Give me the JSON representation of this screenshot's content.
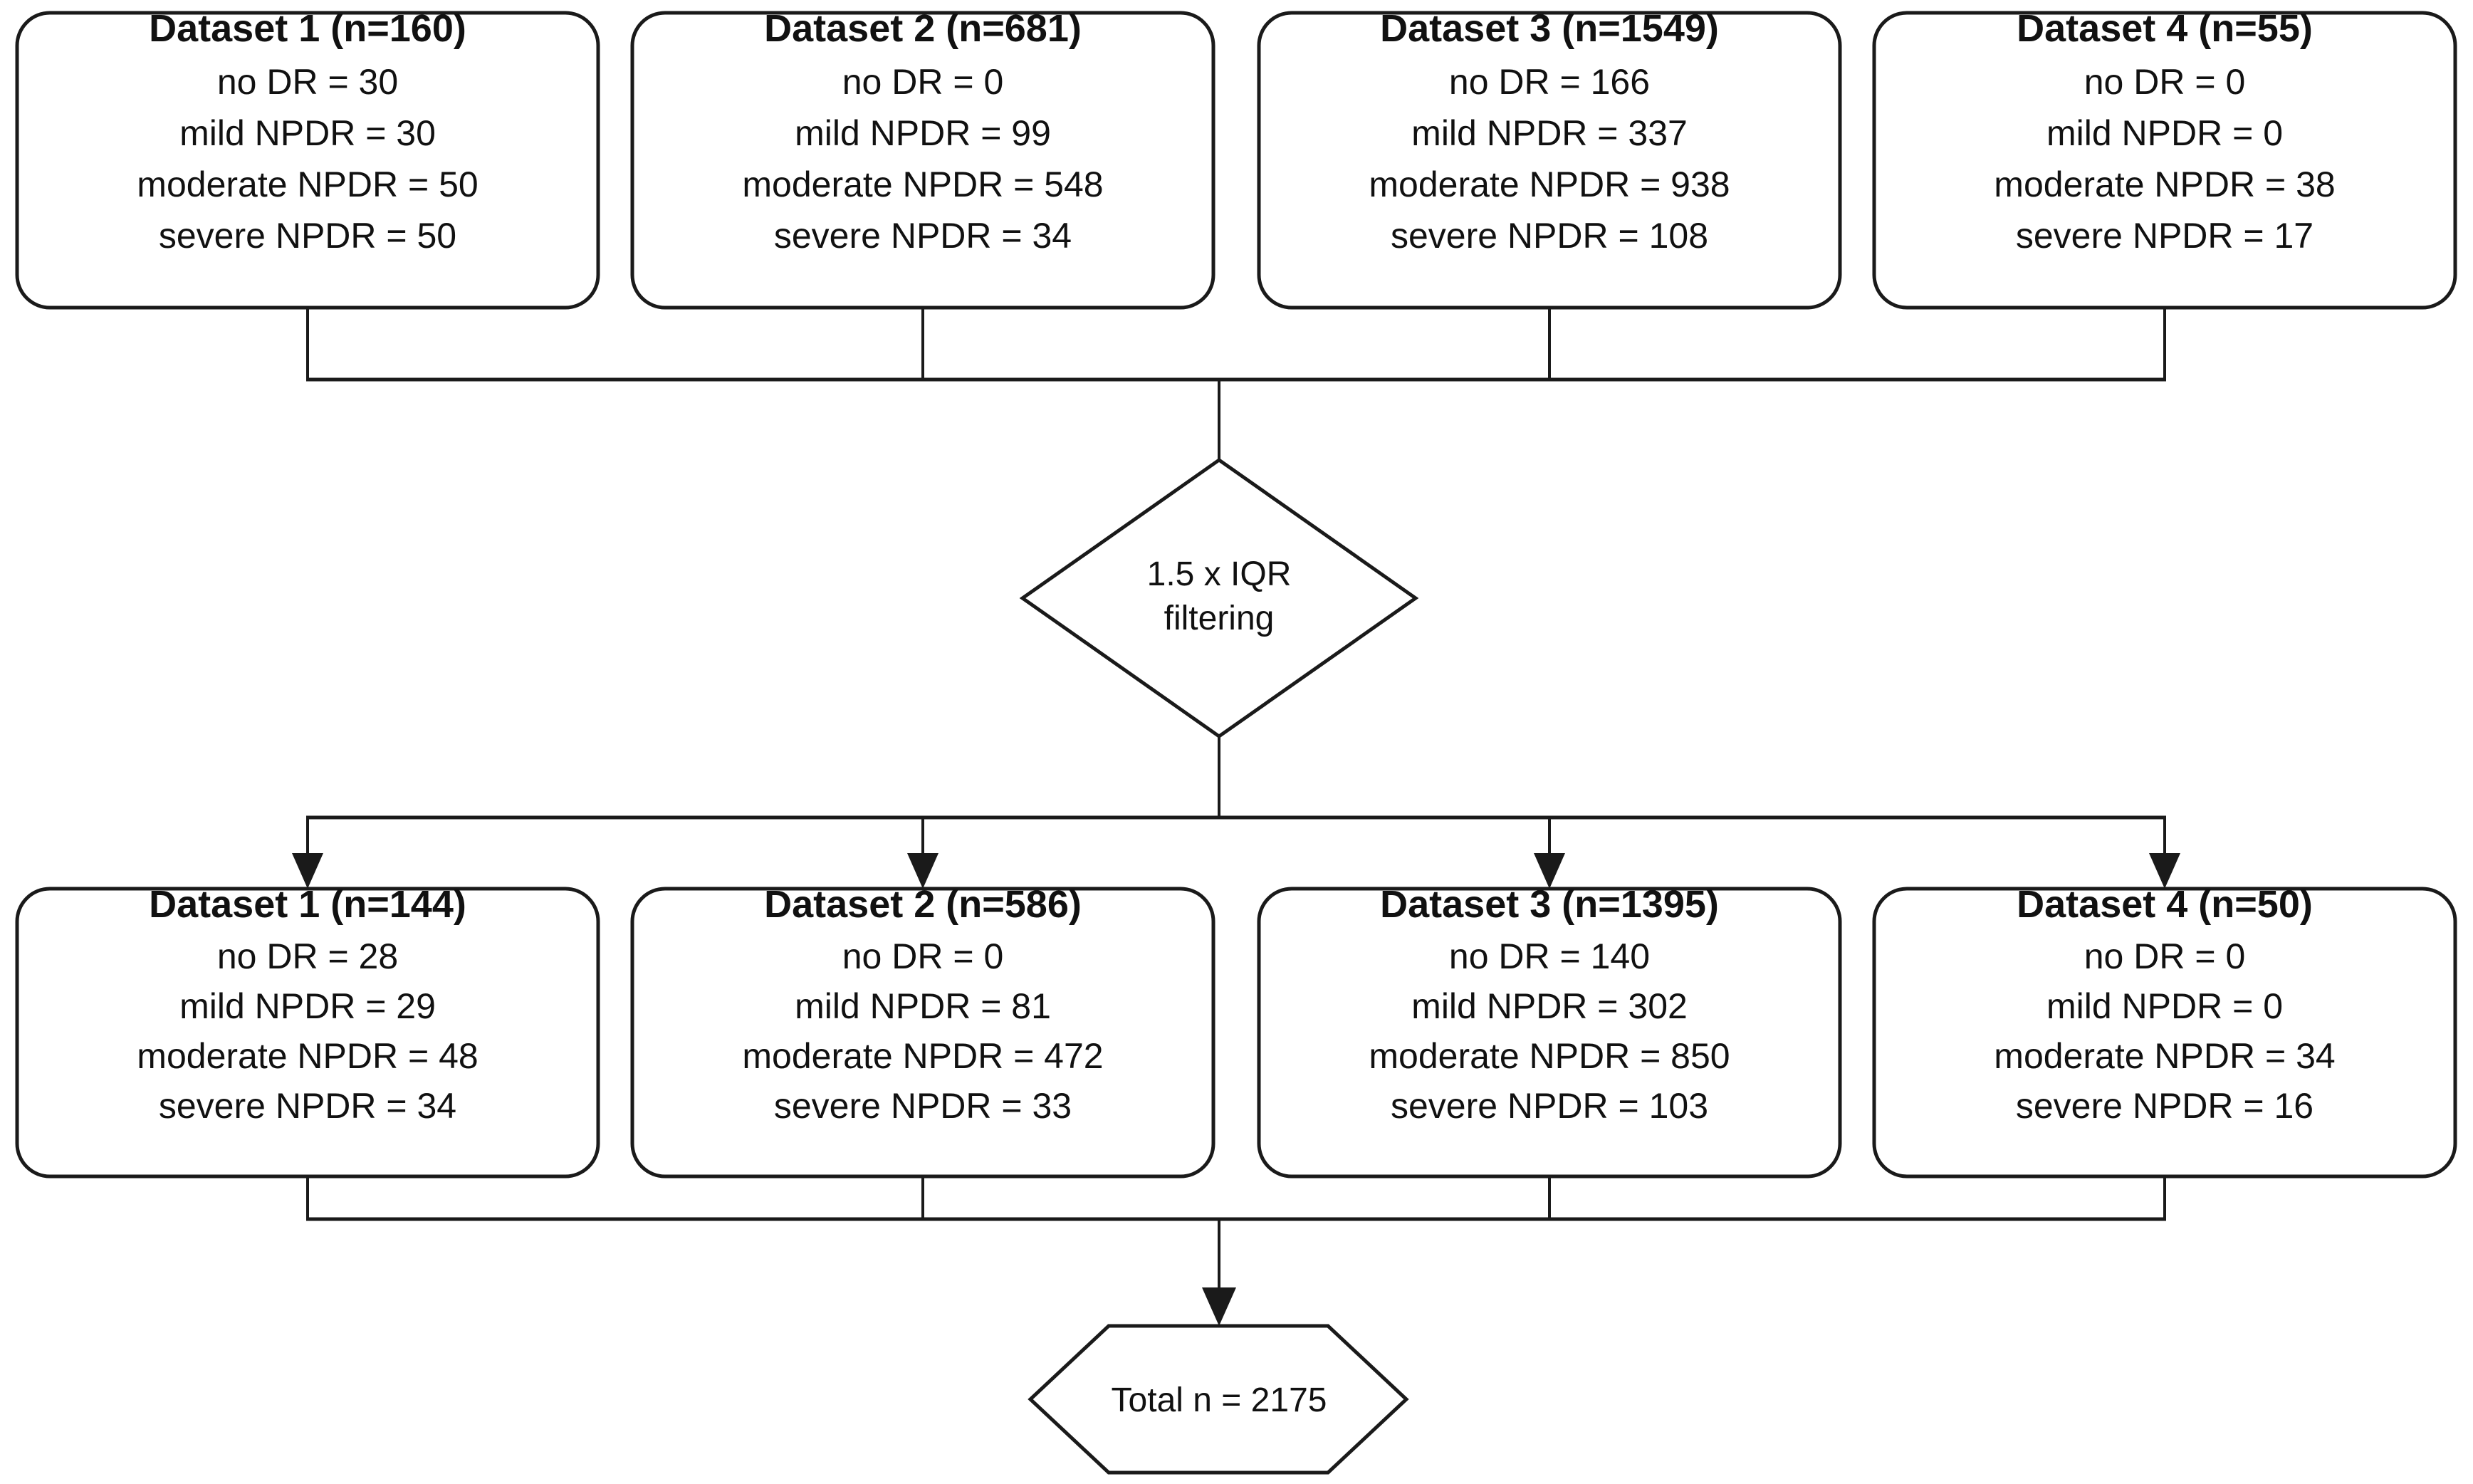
{
  "diagram": {
    "type": "flowchart",
    "orientation": "top-to-bottom",
    "background_color": "#ffffff",
    "line_color": "#1a1a1a",
    "text_color": "#111111"
  },
  "chart_data": {
    "type": "table",
    "title": "Dataset composition before and after 1.5 x IQR filtering",
    "categories": [
      "no DR",
      "mild NPDR",
      "moderate NPDR",
      "severe NPDR"
    ],
    "series": [
      {
        "name": "Dataset 1 (before)",
        "values": [
          30,
          30,
          50,
          50
        ],
        "total": 160
      },
      {
        "name": "Dataset 2 (before)",
        "values": [
          0,
          99,
          548,
          34
        ],
        "total": 681
      },
      {
        "name": "Dataset 3 (before)",
        "values": [
          166,
          337,
          938,
          108
        ],
        "total": 1549
      },
      {
        "name": "Dataset 4 (before)",
        "values": [
          0,
          0,
          38,
          17
        ],
        "total": 55
      },
      {
        "name": "Dataset 1 (after)",
        "values": [
          28,
          29,
          48,
          34
        ],
        "total": 144
      },
      {
        "name": "Dataset 2 (after)",
        "values": [
          0,
          81,
          472,
          33
        ],
        "total": 586
      },
      {
        "name": "Dataset 3 (after)",
        "values": [
          140,
          302,
          850,
          103
        ],
        "total": 1395
      },
      {
        "name": "Dataset 4 (after)",
        "values": [
          0,
          0,
          34,
          16
        ],
        "total": 50
      }
    ],
    "grand_total": 2175
  },
  "top_row": {
    "boxes": [
      {
        "title": "Dataset 1 (n=160)",
        "lines": [
          "no DR = 30",
          "mild NPDR = 30",
          "moderate NPDR = 50",
          "severe NPDR = 50"
        ]
      },
      {
        "title": "Dataset 2 (n=681)",
        "lines": [
          "no DR = 0",
          "mild NPDR = 99",
          "moderate NPDR = 548",
          "severe NPDR = 34"
        ]
      },
      {
        "title": "Dataset 3 (n=1549)",
        "lines": [
          "no DR = 166",
          "mild NPDR = 337",
          "moderate NPDR = 938",
          "severe NPDR = 108"
        ]
      },
      {
        "title": "Dataset 4 (n=55)",
        "lines": [
          "no DR = 0",
          "mild NPDR = 0",
          "moderate NPDR = 38",
          "severe NPDR = 17"
        ]
      }
    ]
  },
  "decision": {
    "line1": "1.5 x IQR",
    "line2": "filtering"
  },
  "bottom_row": {
    "boxes": [
      {
        "title": "Dataset 1 (n=144)",
        "lines": [
          "no DR = 28",
          "mild NPDR = 29",
          "moderate NPDR = 48",
          "severe NPDR = 34"
        ]
      },
      {
        "title": "Dataset 2 (n=586)",
        "lines": [
          "no DR = 0",
          "mild NPDR = 81",
          "moderate NPDR = 472",
          "severe NPDR = 33"
        ]
      },
      {
        "title": "Dataset 3 (n=1395)",
        "lines": [
          "no DR = 140",
          "mild NPDR = 302",
          "moderate NPDR = 850",
          "severe NPDR = 103"
        ]
      },
      {
        "title": "Dataset 4 (n=50)",
        "lines": [
          "no DR = 0",
          "mild NPDR = 0",
          "moderate NPDR = 34",
          "severe NPDR = 16"
        ]
      }
    ]
  },
  "terminal": {
    "label": "Total n = 2175"
  }
}
